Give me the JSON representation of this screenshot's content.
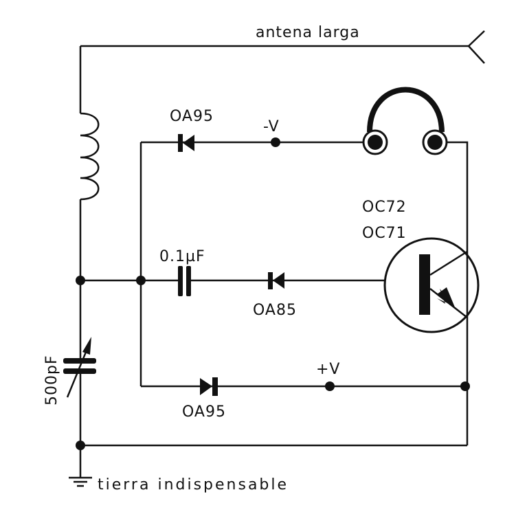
{
  "labels": {
    "antenna": "antena larga",
    "diode_top": "OA95",
    "neg_v": "-V",
    "capacitor": "0.1µF",
    "diode_mid": "OA85",
    "transistor_1": "OC72",
    "transistor_2": "OC71",
    "pos_v": "+V",
    "diode_bottom": "OA95",
    "variable_cap": "500pF",
    "ground": "tierra indispensable"
  }
}
